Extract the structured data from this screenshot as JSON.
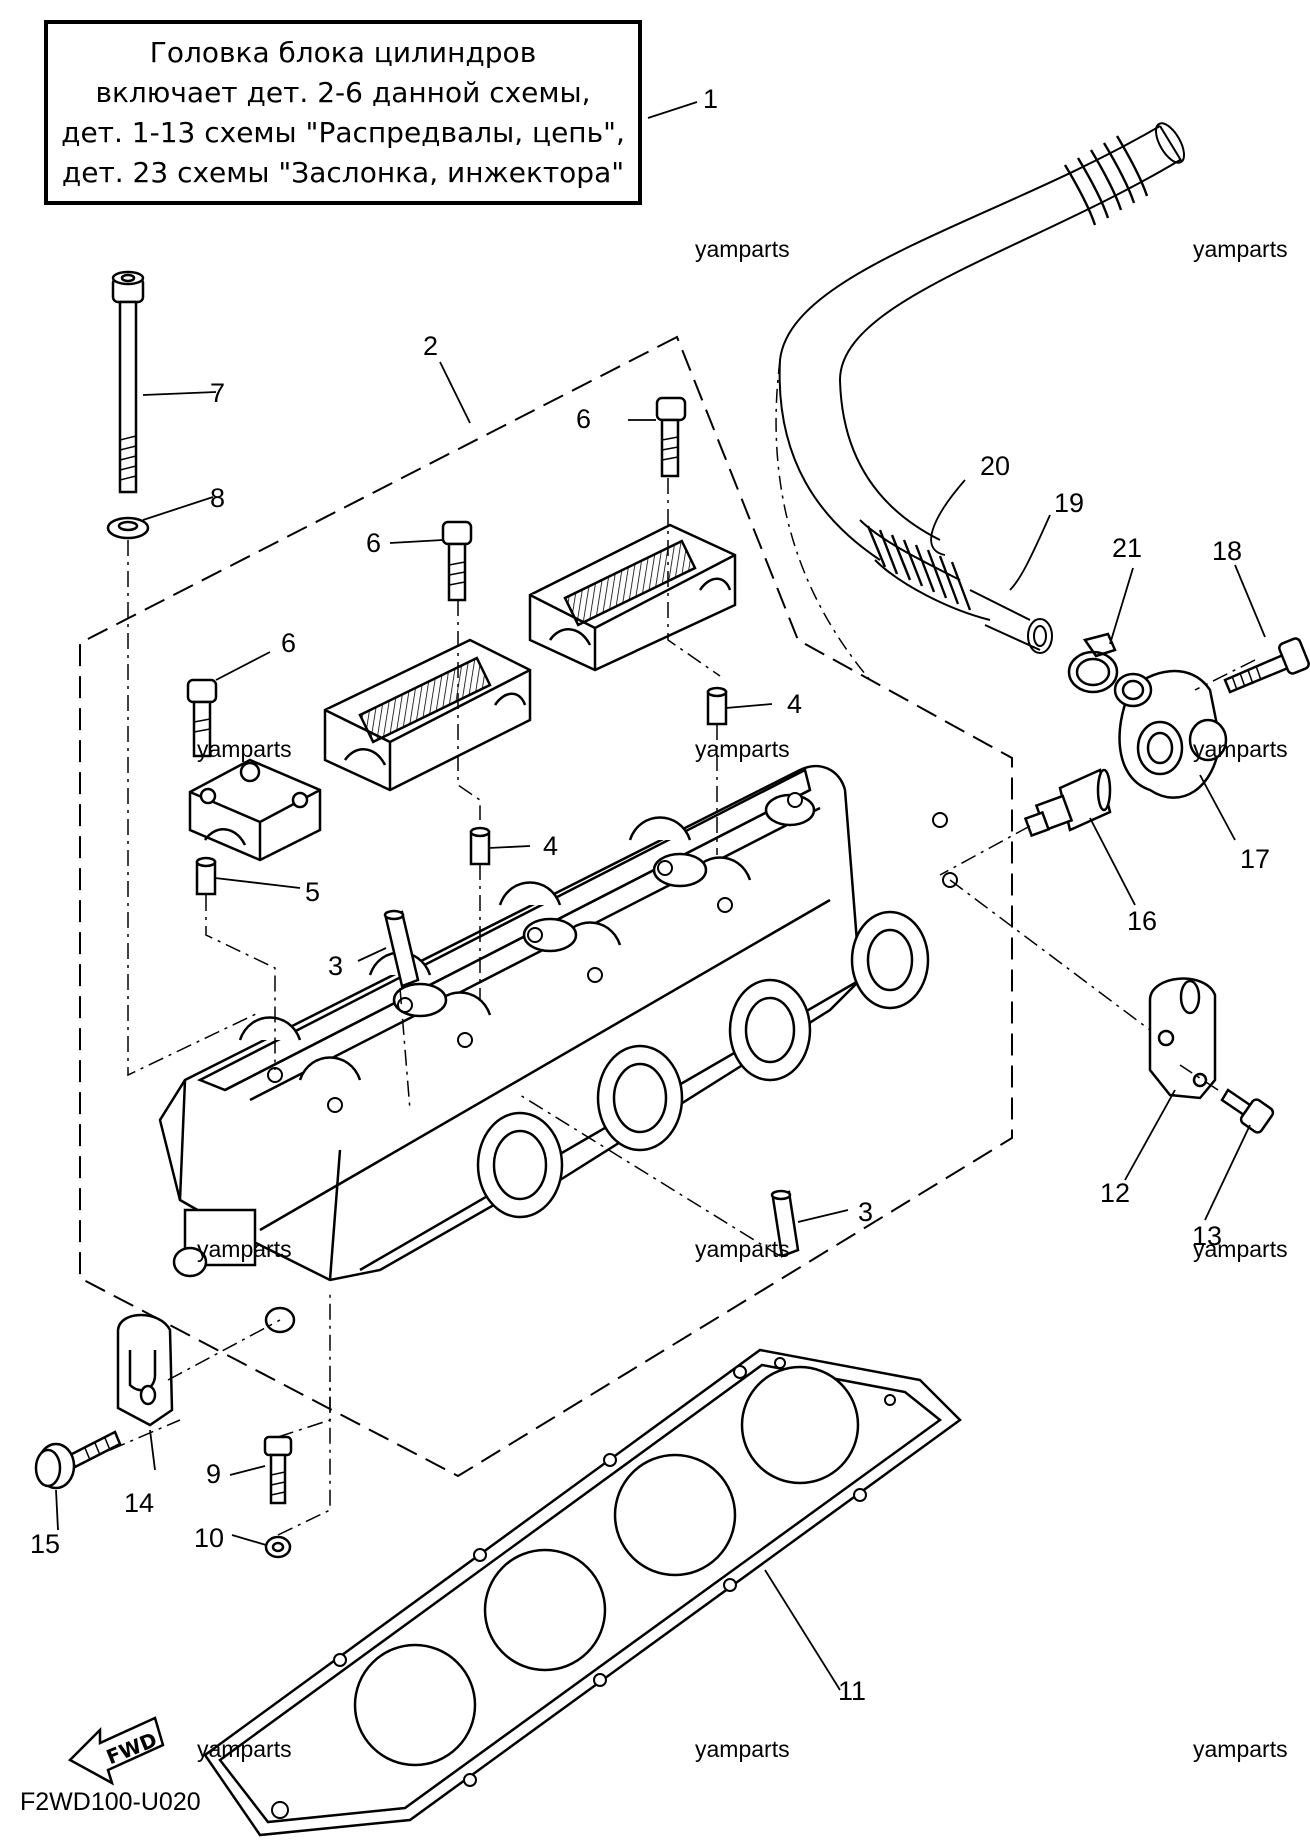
{
  "note": {
    "lines": [
      "Головка блока цилиндров",
      "включает дет. 2-6 данной схемы,",
      "дет. 1-13 схемы \"Распредвалы, цепь\",",
      "дет. 23 схемы \"Заслонка, инжектора\""
    ]
  },
  "callouts": {
    "c1": "1",
    "c2": "2",
    "c3a": "3",
    "c3b": "3",
    "c4a": "4",
    "c4b": "4",
    "c5": "5",
    "c6a": "6",
    "c6b": "6",
    "c6c": "6",
    "c7": "7",
    "c8": "8",
    "c9": "9",
    "c10": "10",
    "c11": "11",
    "c12": "12",
    "c13": "13",
    "c14": "14",
    "c15": "15",
    "c16": "16",
    "c17": "17",
    "c18": "18",
    "c19": "19",
    "c20": "20",
    "c21": "21"
  },
  "watermark": "yamparts",
  "fwd_label": "FWD",
  "diagram_code": "F2WD100-U020"
}
